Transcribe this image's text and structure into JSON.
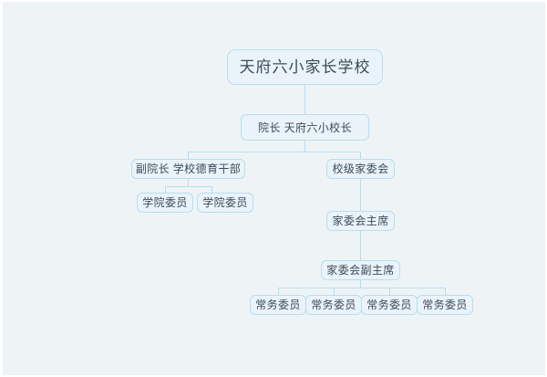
{
  "diagram": {
    "type": "org-chart",
    "background_color": "#eef4f6",
    "node_fill": "#eaf3fa",
    "node_border": "#badcef",
    "connector_color": "#b9dcef",
    "text_color": "#3b4a5a",
    "nodes": {
      "root": "天府六小家长学校",
      "principal": "院长 天府六小校长",
      "vice_principal": "副院长 学校德育干部",
      "school_committee": "校级家委会",
      "college_member_1": "学院委员",
      "college_member_2": "学院委员",
      "committee_chair": "家委会主席",
      "committee_vice_chair": "家委会副主席",
      "standing_member_1": "常务委员",
      "standing_member_2": "常务委员",
      "standing_member_3": "常务委员",
      "standing_member_4": "常务委员"
    }
  }
}
